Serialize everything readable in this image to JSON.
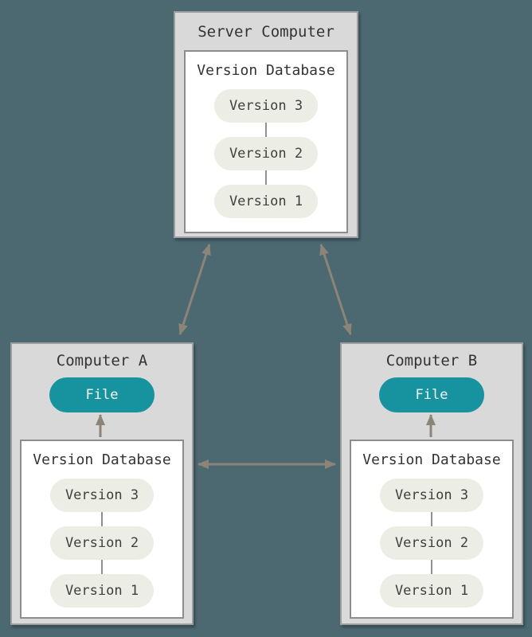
{
  "colors": {
    "background": "#4c6871",
    "box_fill": "#d9d9d9",
    "box_border": "#9e9e9e",
    "inner_fill": "#ffffff",
    "inner_border": "#8d8d8d",
    "pill_fill": "#ecede4",
    "pill_text": "#3f3f3f",
    "file_fill": "#17939f",
    "file_text": "#f5f5f3",
    "arrow": "#8d8479",
    "title_text": "#333333",
    "connector": "#919191"
  },
  "server": {
    "title": "Server Computer",
    "database": {
      "title": "Version Database",
      "versions": [
        "Version 3",
        "Version 2",
        "Version 1"
      ]
    }
  },
  "computer_a": {
    "title": "Computer A",
    "file_label": "File",
    "database": {
      "title": "Version Database",
      "versions": [
        "Version 3",
        "Version 2",
        "Version 1"
      ]
    }
  },
  "computer_b": {
    "title": "Computer B",
    "file_label": "File",
    "database": {
      "title": "Version Database",
      "versions": [
        "Version 3",
        "Version 2",
        "Version 1"
      ]
    }
  }
}
